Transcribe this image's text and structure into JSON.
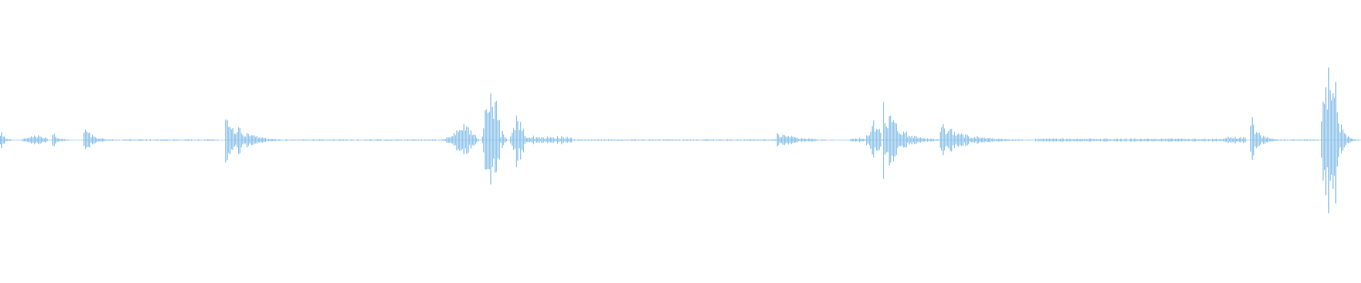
{
  "waveform": {
    "wave_color": "#5aa8e0",
    "background_color": "#ffffff",
    "samples_per_bar": 2,
    "segments": [
      {
        "start": 0.0,
        "end": 0.012,
        "peak": 0.14,
        "shape": "decay"
      },
      {
        "start": 0.014,
        "end": 0.036,
        "peak": 0.1,
        "shape": "swell"
      },
      {
        "start": 0.038,
        "end": 0.042,
        "peak": 0.12,
        "shape": "burst"
      },
      {
        "start": 0.042,
        "end": 0.058,
        "peak": 0.05,
        "shape": "decay"
      },
      {
        "start": 0.061,
        "end": 0.09,
        "peak": 0.18,
        "shape": "decay"
      },
      {
        "start": 0.09,
        "end": 0.16,
        "peak": 0.01,
        "shape": "flat"
      },
      {
        "start": 0.165,
        "end": 0.21,
        "peak": 0.42,
        "shape": "decay"
      },
      {
        "start": 0.21,
        "end": 0.325,
        "peak": 0.01,
        "shape": "flat"
      },
      {
        "start": 0.325,
        "end": 0.352,
        "peak": 0.28,
        "shape": "swell"
      },
      {
        "start": 0.354,
        "end": 0.368,
        "peak": 0.68,
        "shape": "burst"
      },
      {
        "start": 0.368,
        "end": 0.374,
        "peak": 0.25,
        "shape": "decay"
      },
      {
        "start": 0.374,
        "end": 0.386,
        "peak": 0.32,
        "shape": "burst"
      },
      {
        "start": 0.386,
        "end": 0.42,
        "peak": 0.06,
        "shape": "ripple"
      },
      {
        "start": 0.42,
        "end": 0.57,
        "peak": 0.01,
        "shape": "flat"
      },
      {
        "start": 0.57,
        "end": 0.625,
        "peak": 0.12,
        "shape": "decay"
      },
      {
        "start": 0.625,
        "end": 0.635,
        "peak": 0.03,
        "shape": "flat"
      },
      {
        "start": 0.635,
        "end": 0.648,
        "peak": 0.38,
        "shape": "swell"
      },
      {
        "start": 0.648,
        "end": 0.69,
        "peak": 0.58,
        "shape": "decay"
      },
      {
        "start": 0.69,
        "end": 0.76,
        "peak": 0.25,
        "shape": "decay"
      },
      {
        "start": 0.76,
        "end": 0.9,
        "peak": 0.02,
        "shape": "flat"
      },
      {
        "start": 0.9,
        "end": 0.915,
        "peak": 0.05,
        "shape": "ripple"
      },
      {
        "start": 0.918,
        "end": 0.94,
        "peak": 0.42,
        "shape": "decay"
      },
      {
        "start": 0.94,
        "end": 0.968,
        "peak": 0.01,
        "shape": "flat"
      },
      {
        "start": 0.97,
        "end": 0.985,
        "peak": 1.0,
        "shape": "burst"
      },
      {
        "start": 0.985,
        "end": 1.0,
        "peak": 0.22,
        "shape": "decay"
      }
    ]
  }
}
